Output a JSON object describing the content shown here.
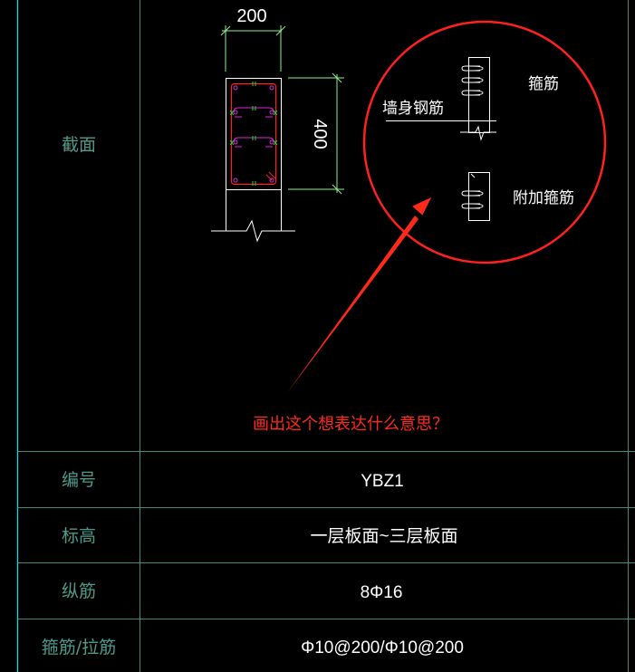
{
  "table": {
    "rows": [
      {
        "label": "截面",
        "value": ""
      },
      {
        "label": "编号",
        "value": "YBZ1"
      },
      {
        "label": "标高",
        "value": "一层板面~三层板面"
      },
      {
        "label": "纵筋",
        "value": "8Φ16"
      },
      {
        "label": "箍筋/拉筋",
        "value": "Φ10@200/Φ10@200"
      }
    ]
  },
  "section": {
    "width_dim": "200",
    "height_dim": "400"
  },
  "detail": {
    "wall_rebar_label": "墙身钢筋",
    "stirrup_label": "箍筋",
    "extra_stirrup_label": "附加箍筋"
  },
  "annotation": {
    "question": "画出这个想表达什么意思？"
  },
  "colors": {
    "grid": "#3f8a7a",
    "left_border": "#00e5e5",
    "label": "#4f9a88",
    "dimension": "#90ee90",
    "stirrup": "#ff2020",
    "tie": "#e020e0",
    "annotation": "#ff2a1a"
  }
}
